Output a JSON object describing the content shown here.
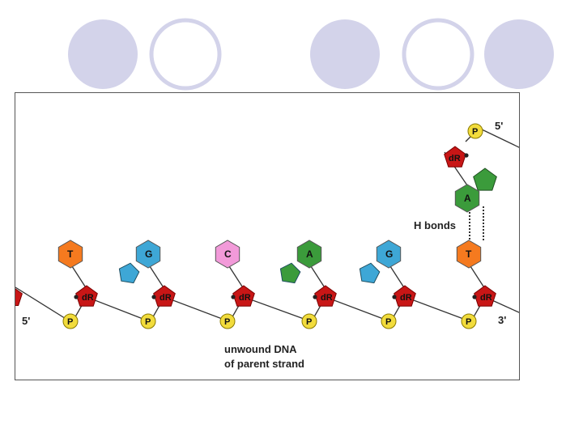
{
  "colors": {
    "circle_filled": "#d3d3ea",
    "circle_outline": "#d3d3ea",
    "phosphate": "#f2dc3c",
    "sugar": "#c81616",
    "orange_base": "#f57a1f",
    "blue_base": "#3ea7d6",
    "pink_base": "#f29ad9",
    "green_base": "#3b9b3b"
  },
  "labels": {
    "five_prime_top": "5'",
    "five_prime_left": "5'",
    "three_prime": "3'",
    "h_bonds": "H bonds",
    "caption_line1": "unwound DNA",
    "caption_line2": "of parent strand"
  },
  "symbols": {
    "phosphate": "P",
    "sugar": "dR"
  },
  "bases": [
    {
      "letter": "T",
      "shape": "hexagon",
      "color": "orange"
    },
    {
      "letter": "G",
      "shape": "double-ring",
      "color": "blue"
    },
    {
      "letter": "C",
      "shape": "hexagon",
      "color": "pink"
    },
    {
      "letter": "A",
      "shape": "double-ring",
      "color": "green"
    },
    {
      "letter": "G",
      "shape": "double-ring",
      "color": "blue"
    },
    {
      "letter": "T",
      "shape": "hexagon",
      "color": "orange"
    }
  ],
  "paired_base": {
    "letter": "A",
    "shape": "double-ring",
    "color": "green"
  }
}
